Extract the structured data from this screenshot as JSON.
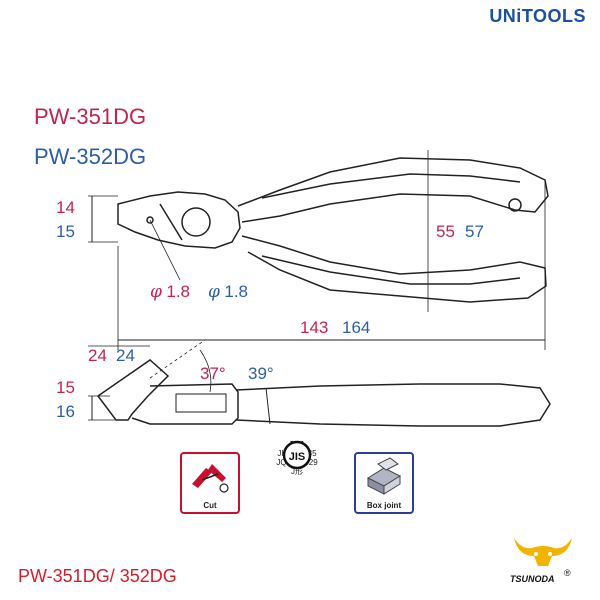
{
  "brand": {
    "part1": "UNi",
    "part2": "TOOLS"
  },
  "models": {
    "red": "PW-351DG",
    "blue": "PW-352DG"
  },
  "dimensions": {
    "jaw_red": "14",
    "jaw_blue": "15",
    "length_red": "143",
    "length_blue": "164",
    "width_red": "55",
    "width_blue": "57",
    "phi_red": "1.8",
    "phi_blue": "1.8",
    "phi_symbol": "φ",
    "side_a_red": "24",
    "side_a_blue": "24",
    "side_b_red": "15",
    "side_b_blue": "16",
    "angle_red": "37°",
    "angle_blue": "39°"
  },
  "badges": {
    "cut": "Cut",
    "jis_mark": "JIS",
    "jis_sub": "JQA",
    "jis_line1": "JIS B 4635",
    "jis_line2": "JQ0306029",
    "jis_line3": "J形",
    "box": "Box joint"
  },
  "footer": {
    "model": "PW-351DG/ 352DG",
    "logo_text": "TSUNODA",
    "registered": "®"
  },
  "colors": {
    "red": "#c4244b",
    "blue": "#2c5ea8",
    "brand_blue": "#1d4fa0",
    "logo_gold": "#f2b400"
  }
}
